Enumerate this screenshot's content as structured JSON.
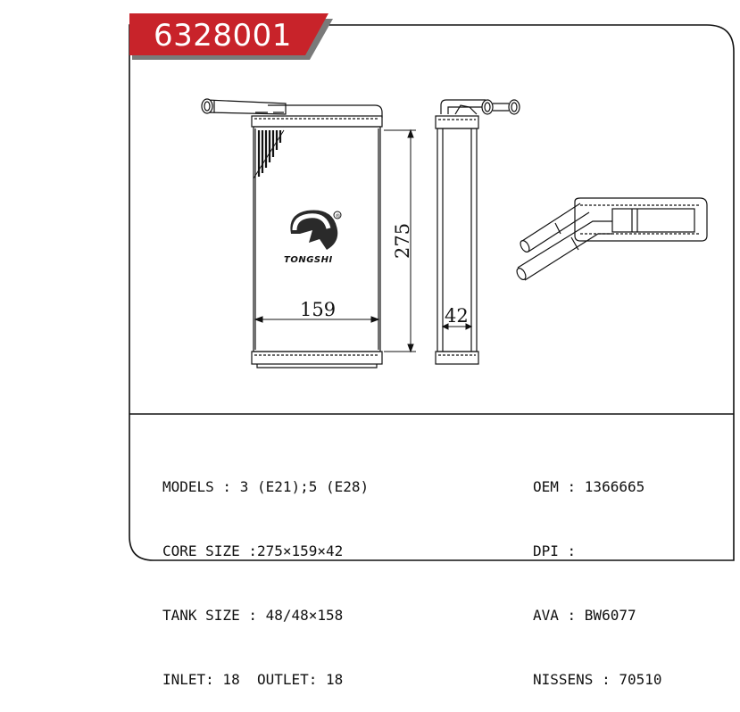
{
  "header": {
    "part_number": "6328001"
  },
  "drawing": {
    "logo_text": "TONGSHI",
    "registered_mark": "®",
    "dim_width": "159",
    "dim_height": "275",
    "dim_depth": "42"
  },
  "specs_left": [
    "MODELS : 3 (E21);5 (E28)",
    "CORE SIZE :275×159×42",
    "TANK SIZE : 48/48×158",
    "INLET: 18  OUTLET: 18"
  ],
  "specs_right": [
    "OEM : 1366665",
    "DPI :",
    "AVA : BW6077",
    "NISSENS : 70510"
  ],
  "colors": {
    "header_red": "#c8232a",
    "line": "#111111"
  }
}
